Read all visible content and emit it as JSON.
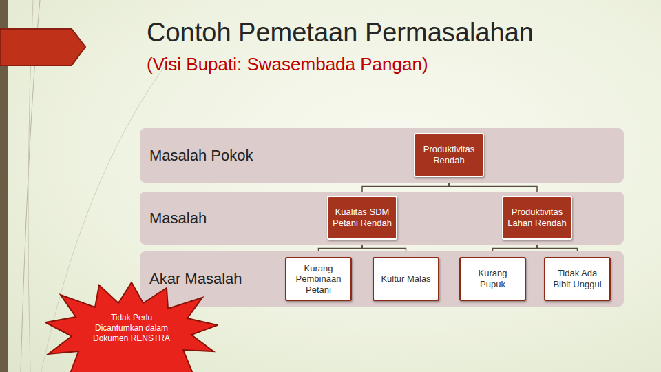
{
  "diagram": {
    "title": "Contoh Pemetaan Permasalahan",
    "nodes": [
      {
        "text": [
          "Masalah Pokok"
        ]
      },
      {
        "text": [
          "Produktivitas Rendah"
        ],
        "in": 0
      },
      {
        "text": [
          "Masalah"
        ]
      },
      {
        "text": [
          "Kualitas SDM Petani Rendah"
        ],
        "in": 2
      },
      {
        "text": [
          "Produktivitas Lahan Rendah"
        ],
        "in": 2
      },
      {
        "text": [
          "Akar Masalah"
        ]
      },
      {
        "text": [
          "Kurang Pembinaan Petani"
        ],
        "in": 5
      },
      {
        "text": [
          "Kultur Malas"
        ],
        "in": 5
      },
      {
        "text": [
          "Kurang Pupuk"
        ],
        "in": 5
      },
      {
        "text": [
          "Tidak Ada Bibit Unggul"
        ],
        "in": 5
      },
      {
        "text": [
          "Tidak Perlu Dicantumkan dalam Dokumen RENSTRA"
        ]
      }
    ],
    "edges": [
      {
        "from": 1,
        "to": 3,
        "arrow": "none"
      },
      {
        "from": 1,
        "to": 4,
        "arrow": "none"
      },
      {
        "from": 3,
        "to": 6,
        "arrow": "none"
      },
      {
        "from": 3,
        "to": 7,
        "arrow": "none"
      },
      {
        "from": 4,
        "to": 8,
        "arrow": "none"
      },
      {
        "from": 4,
        "to": 9,
        "arrow": "none"
      }
    ],
    "labels": [
      "(Visi Bupati: Swasembada Pangan)"
    ]
  }
}
